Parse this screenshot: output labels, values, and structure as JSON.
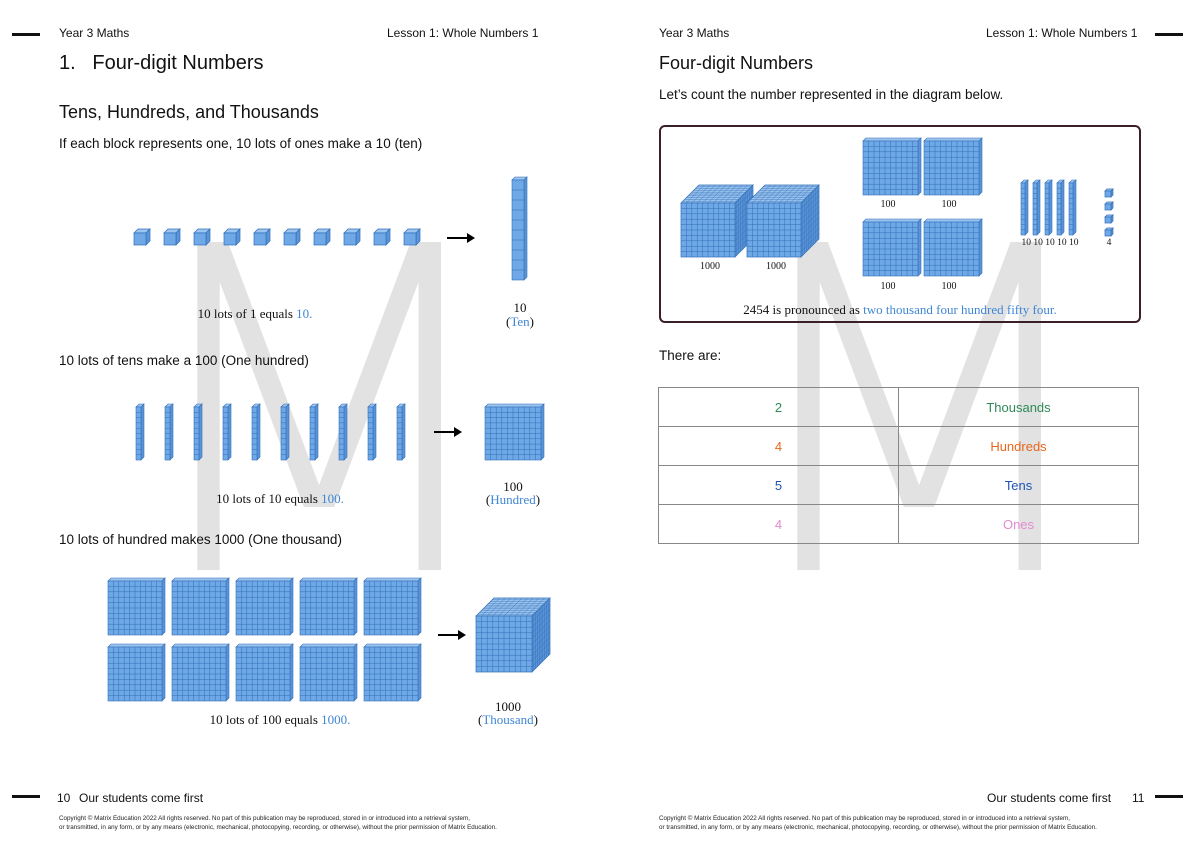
{
  "left": {
    "header_left": "Year 3 Maths",
    "header_right": "Lesson 1: Whole Numbers 1",
    "section_title": "1.   Four-digit Numbers",
    "subsection_title": "Tens, Hundreds, and Thousands",
    "intro_ones": "If each block represents one, 10 lots of ones make a 10 (ten)",
    "caption_ones_prefix": "10 lots of 1 equals ",
    "caption_ones_value": "10.",
    "result_ten_number": "10",
    "result_ten_word": "(Ten)",
    "intro_tens": "10 lots of tens make a 100 (One hundred)",
    "caption_tens_prefix": "10 lots of 10 equals ",
    "caption_tens_value": "100.",
    "result_hundred_number": "100",
    "result_hundred_word": "(Hundred)",
    "intro_hundreds": "10 lots of hundred makes 1000 (One thousand)",
    "caption_hundreds_prefix": "10 lots of 100 equals ",
    "caption_hundreds_value": "1000.",
    "result_thousand_number": "1000",
    "result_thousand_word": "(Thousand)",
    "page_number": "10",
    "footer_text": "Our students come first",
    "copyright_line1": "Copyright © Matrix Education 2022 All rights reserved. No part of this publication may be reproduced, stored in or introduced into a retrieval system,",
    "copyright_line2": "or transmitted, in any form, or by any means (electronic, mechanical, photocopying, recording, or otherwise), without the prior permission of Matrix Education."
  },
  "right": {
    "header_left": "Year 3 Maths",
    "header_right": "Lesson 1: Whole Numbers 1",
    "title": "Four-digit Numbers",
    "intro": "Let’s count the number represented in the diagram below.",
    "diagram": {
      "label_thousand_1": "1000",
      "label_thousand_2": "1000",
      "label_hundred_1": "100",
      "label_hundred_2": "100",
      "label_hundred_3": "100",
      "label_hundred_4": "100",
      "label_tens": "10 10 10 10 10",
      "label_ones": "4",
      "caption_prefix": "2454 is pronounced as ",
      "caption_words": "two thousand four hundred fifty four."
    },
    "there_are": "There are:",
    "table": [
      {
        "count": "2",
        "unit": "Thousands",
        "color": "#2e8a57"
      },
      {
        "count": "4",
        "unit": "Hundreds",
        "color": "#e8671c"
      },
      {
        "count": "5",
        "unit": "Tens",
        "color": "#1f55b5"
      },
      {
        "count": "4",
        "unit": "Ones",
        "color": "#e58ad0"
      }
    ],
    "footer_text": "Our students come first",
    "page_number": "11",
    "copyright_line1": "Copyright © Matrix Education 2022 All rights reserved. No part of this publication may be reproduced, stored in or introduced into a retrieval system,",
    "copyright_line2": "or transmitted, in any form, or by any means (electronic, mechanical, photocopying, recording, or otherwise), without the prior permission of Matrix Education."
  },
  "watermark_letter": "M",
  "colors": {
    "block_fill": "#6fa8e6",
    "block_line": "#2f6fb8",
    "accent_blue": "#3f86d3",
    "frame": "#3a1f28"
  }
}
